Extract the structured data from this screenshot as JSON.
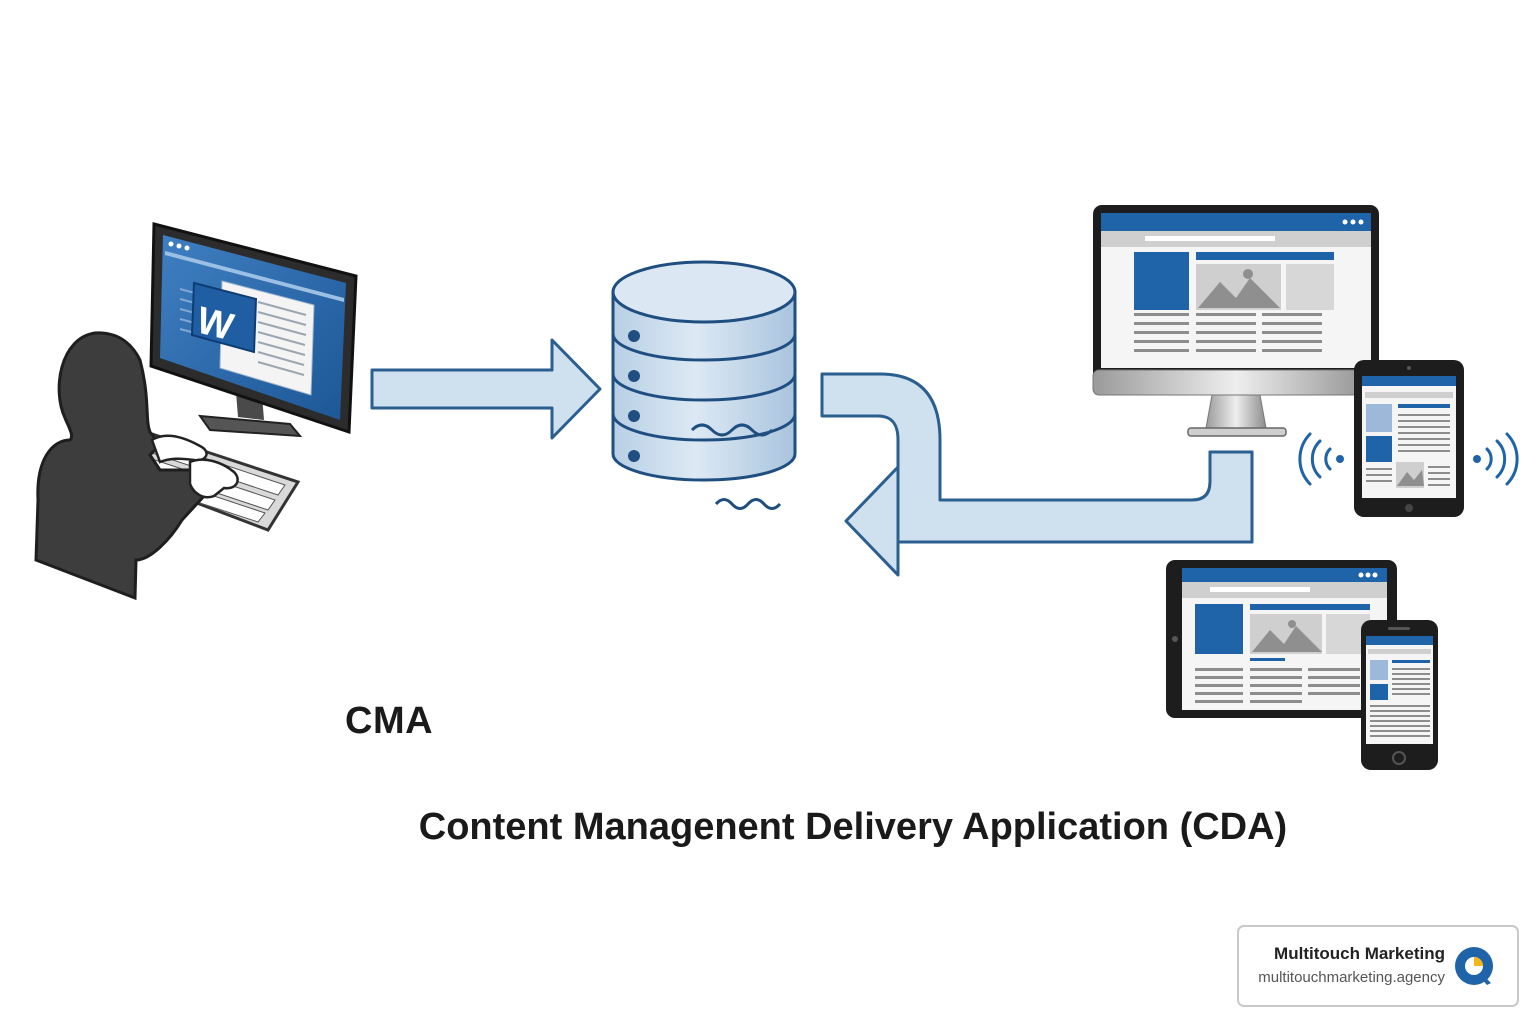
{
  "labels": {
    "cma": "CMA",
    "cda": "Content Managenent Delivery Application (CDA)"
  },
  "monitor_app_letter": "W",
  "badge": {
    "name": "Multitouch Marketing",
    "url": "multitouchmarketing.agency"
  },
  "colors": {
    "primary_blue": "#1f63a8",
    "arrow_fill": "#cfe0ee",
    "arrow_stroke": "#2a5f8f",
    "dark_gray": "#3d3d3d",
    "logo_yellow": "#f2b81b"
  },
  "icons": [
    "person-silhouette-icon",
    "desktop-monitor-icon",
    "keyboard-icon",
    "database-icon",
    "monitor-icon",
    "tablet-icon",
    "laptop-icon",
    "phone-icon",
    "wifi-signal-icon"
  ]
}
